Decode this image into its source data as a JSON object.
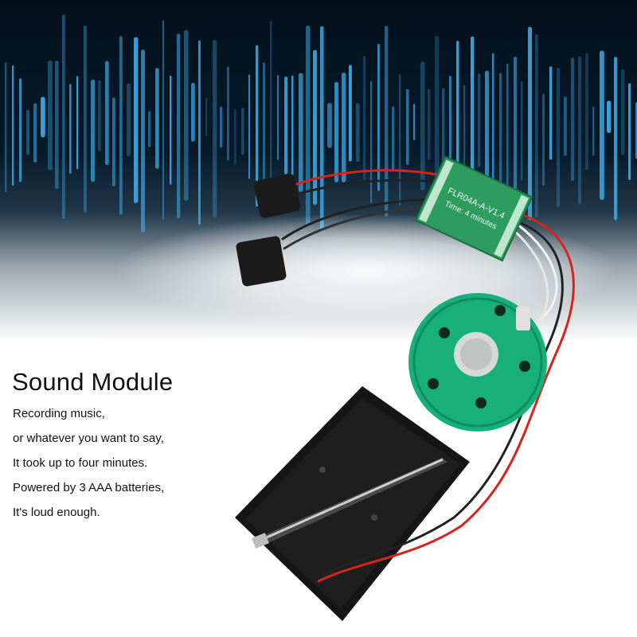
{
  "caption": {
    "title": "Sound Module",
    "lines": [
      "Recording music,",
      "or whatever you want to say,",
      "It took up to four minutes.",
      "Powered by 3 AAA batteries,",
      "It's loud enough."
    ]
  },
  "board": {
    "label": "FLR04A-A-V1.4",
    "time_label": "Time: 4 minutes"
  },
  "colors": {
    "banner_dark": "#03101c",
    "sound_bars": "#3fa7e0",
    "pcb_green": "#2e9c5e",
    "speaker_green": "#17b07a",
    "wire_red": "#d8231b",
    "battery_box": "#161616"
  }
}
